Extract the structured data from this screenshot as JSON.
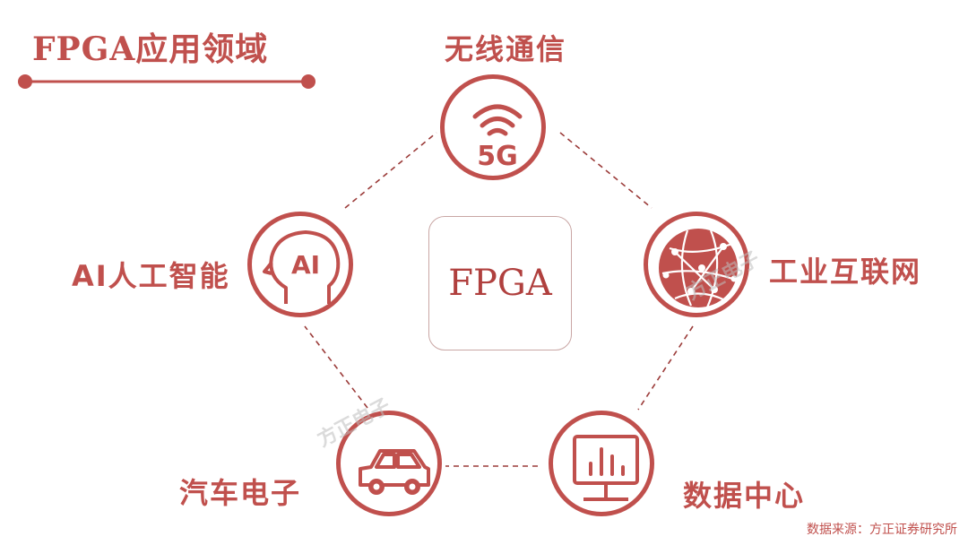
{
  "title": "FPGA应用领域",
  "center": {
    "label": "FPGA"
  },
  "nodes": {
    "wireless": {
      "label": "无线通信",
      "icon": "5g-signal-icon",
      "icon_text": "5G"
    },
    "iiot": {
      "label": "工业互联网",
      "icon": "globe-network-icon"
    },
    "datacenter": {
      "label": "数据中心",
      "icon": "monitor-chart-icon"
    },
    "auto": {
      "label": "汽车电子",
      "icon": "car-icon"
    },
    "ai": {
      "label": "AI人工智能",
      "icon": "ai-head-icon",
      "icon_text": "AI"
    }
  },
  "watermarks": [
    "方正电子",
    "方正电子"
  ],
  "source": "数据来源：方正证券研究所",
  "colors": {
    "accent": "#c0504d",
    "box_border": "#c9a6a4",
    "center_text": "#b0403e"
  }
}
